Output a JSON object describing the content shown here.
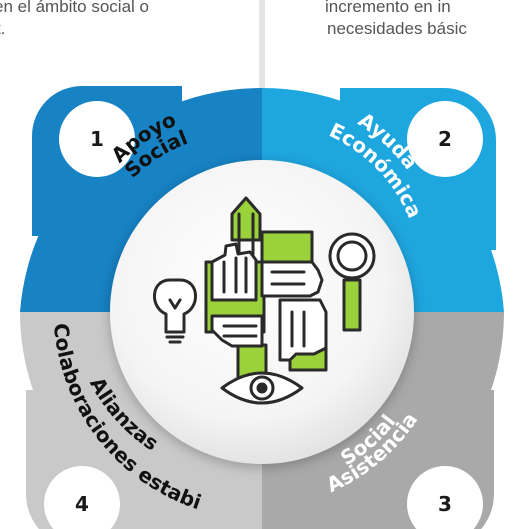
{
  "background_text": {
    "left_line1": "en el ámbito social o",
    "left_line2": "t.",
    "right_line1": "incremento en in",
    "right_line2": "necesidades básic"
  },
  "segments": [
    {
      "number": "1",
      "title_line1": "Apoyo",
      "title_line2": "Social",
      "color": "#1782c4"
    },
    {
      "number": "2",
      "title_line1": "Ayuda",
      "title_line2": "Económica",
      "color": "#1ea6df"
    },
    {
      "number": "3",
      "title_line1": "Asistencia",
      "title_line2": "Social",
      "color": "#a9a9a9"
    },
    {
      "number": "4",
      "title_line1": "Alianzas",
      "title_line2": "Colaboraciones estabi",
      "color": "#c9c9c9"
    }
  ],
  "center_icon": "teamwork-hands-icon",
  "colors": {
    "accent_green": "#9bd13b",
    "line": "#2a2a2a"
  }
}
